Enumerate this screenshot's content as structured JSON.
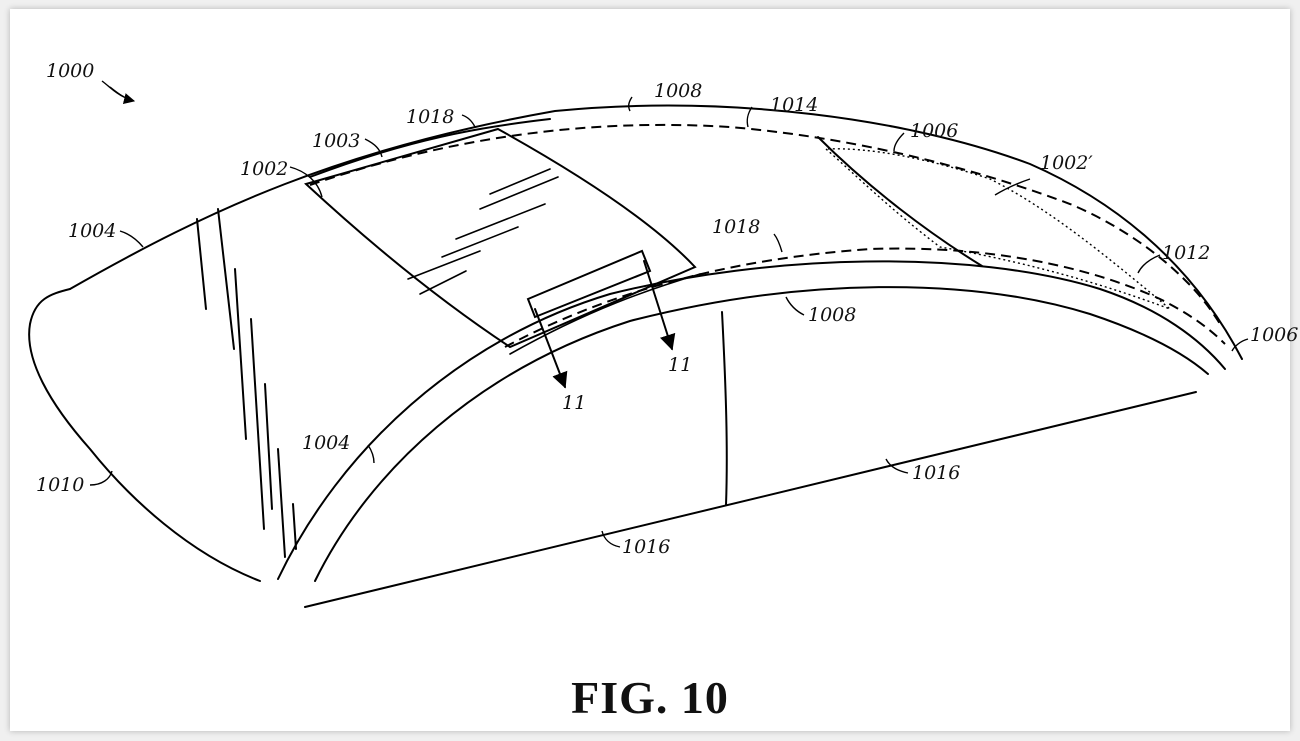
{
  "figure": {
    "title": "FIG. 10"
  },
  "labels": {
    "l1000": "1000",
    "l1002": "1002",
    "l1002p": "1002′",
    "l1003": "1003",
    "l1004a": "1004",
    "l1004b": "1004",
    "l1006a": "1006",
    "l1006b": "1006",
    "l1008a": "1008",
    "l1008b": "1008",
    "l1010": "1010",
    "l1012": "1012",
    "l1014": "1014",
    "l1016a": "1016",
    "l1016b": "1016",
    "l1018a": "1018",
    "l1018b": "1018",
    "l11a": "11",
    "l11b": "11"
  },
  "colors": {
    "ink": "#000000",
    "paper": "#ffffff"
  }
}
